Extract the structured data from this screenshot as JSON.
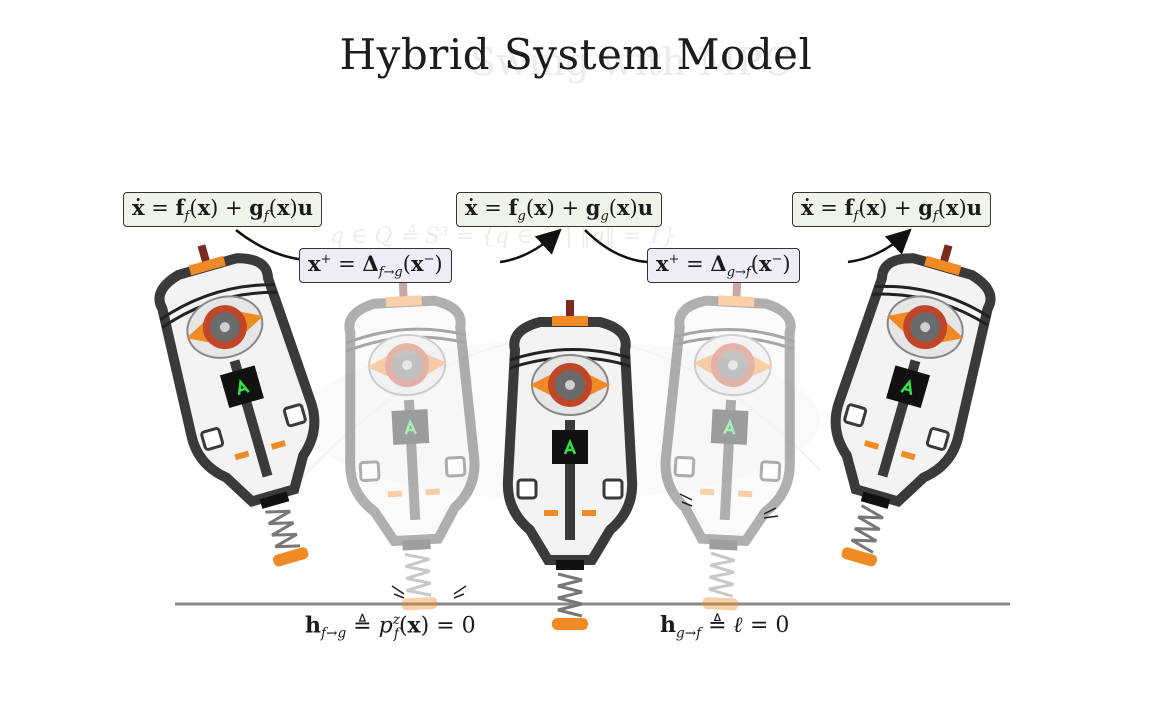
{
  "slide": {
    "title": "Hybrid System Model",
    "ghost_title": "Swing with MPC",
    "ghost_equation": "q ∈ Q ≜ S³ = {q ∈ ℍ | ‖q‖ = 1}"
  },
  "dynamics": {
    "flight_left": {
      "lhs": "ẋ",
      "f": "f",
      "f_sub": "f",
      "g": "g",
      "g_sub": "f"
    },
    "ground": {
      "lhs": "ẋ",
      "f": "f",
      "f_sub": "g",
      "g": "g",
      "g_sub": "g"
    },
    "flight_right": {
      "lhs": "ẋ",
      "f": "f",
      "f_sub": "f",
      "g": "g",
      "g_sub": "f"
    }
  },
  "resets": {
    "f_to_g": {
      "delta_sub": "f→g"
    },
    "g_to_f": {
      "delta_sub": "g→f"
    }
  },
  "guards": {
    "f_to_g": {
      "sub": "f→g",
      "rhs_var": "p",
      "rhs_sup": "z",
      "rhs_sub": "f"
    },
    "g_to_f": {
      "sub": "g→f"
    }
  },
  "colors": {
    "dynamics_box": "#eef5e8",
    "reset_box": "#eeecf6",
    "robot_frame": "#3a3a3a",
    "robot_accent": "#f08a24",
    "led": "#35e04a",
    "ground": "#8a8a8a"
  },
  "robots": [
    {
      "name": "robot-flight-1",
      "opacity": 1.0
    },
    {
      "name": "robot-touchdown",
      "opacity": 0.4
    },
    {
      "name": "robot-stance",
      "opacity": 1.0
    },
    {
      "name": "robot-liftoff",
      "opacity": 0.4
    },
    {
      "name": "robot-flight-2",
      "opacity": 1.0
    }
  ]
}
